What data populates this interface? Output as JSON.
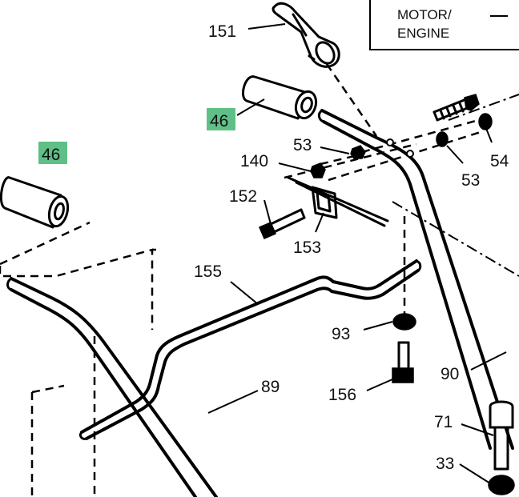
{
  "legend": {
    "line1": "MOTOR/",
    "line2": "ENGINE",
    "dash": "—"
  },
  "highlight_color": "#5fbf86",
  "callouts": {
    "c151": "151",
    "c46a": "46",
    "c46b": "46",
    "c53a": "53",
    "c140": "140",
    "c54": "54",
    "c53b": "53",
    "c152": "152",
    "c153": "153",
    "c155": "155",
    "c93": "93",
    "c90": "90",
    "c89": "89",
    "c156": "156",
    "c71": "71",
    "c33": "33"
  }
}
